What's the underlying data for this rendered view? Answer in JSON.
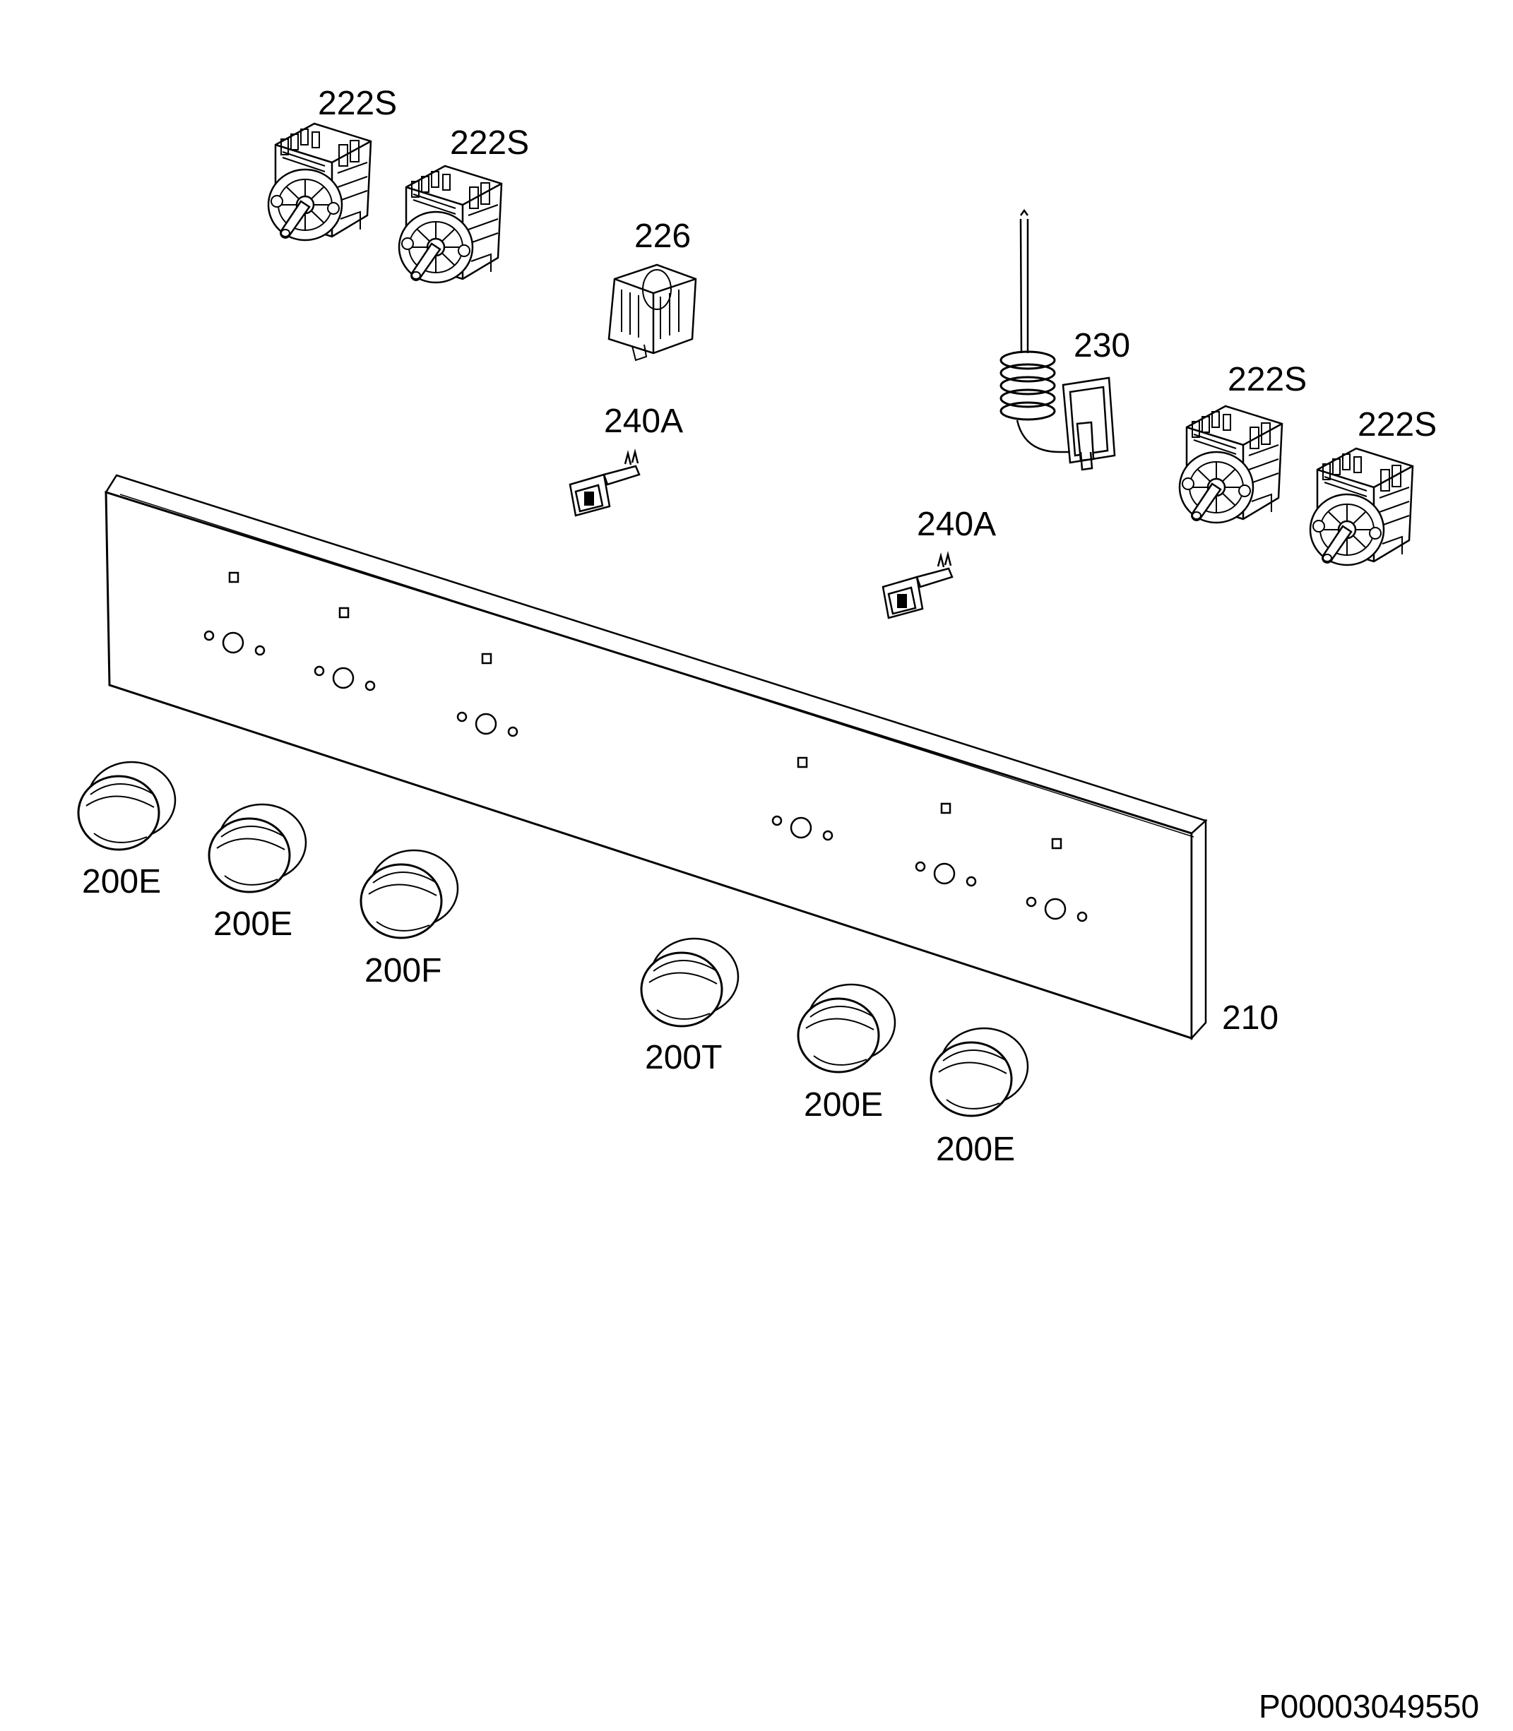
{
  "labels": {
    "switch_1": "222S",
    "switch_2": "222S",
    "switch_3": "222S",
    "switch_4": "222S",
    "selector": "226",
    "thermostat": "230",
    "lamp_1": "240A",
    "lamp_2": "240A",
    "panel": "210",
    "knob_1": "200E",
    "knob_2": "200E",
    "knob_3": "200F",
    "knob_4": "200T",
    "knob_5": "200E",
    "knob_6": "200E"
  },
  "document_id": "P00003049550",
  "colors": {
    "line": "#000000",
    "background": "#ffffff"
  }
}
